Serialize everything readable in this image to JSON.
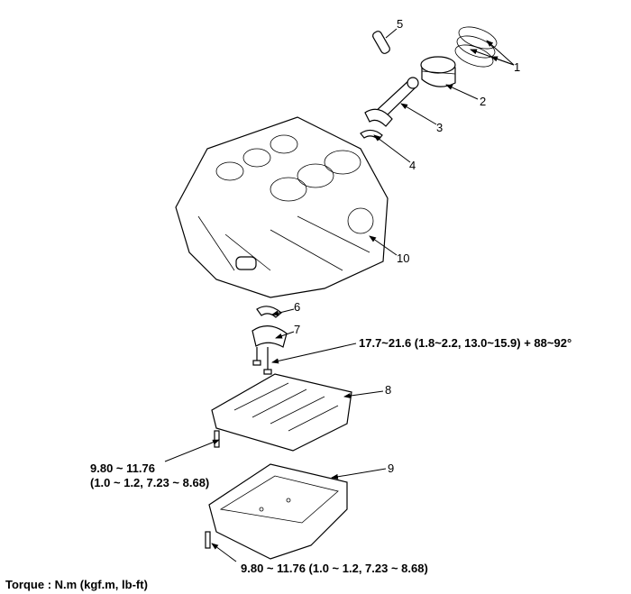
{
  "callouts": {
    "c1": "1",
    "c2": "2",
    "c3": "3",
    "c4": "4",
    "c5": "5",
    "c6": "6",
    "c7": "7",
    "c8": "8",
    "c9": "9",
    "c10": "10"
  },
  "torque": {
    "main_bearing_bolt": "17.7~21.6 (1.8~2.2, 13.0~15.9) + 88~92°",
    "lower_crankcase_bolt_line1": "9.80 ~ 11.76",
    "lower_crankcase_bolt_line2": "(1.0 ~ 1.2, 7.23 ~ 8.68)",
    "oil_pan_bolt": "9.80 ~ 11.76 (1.0 ~ 1.2, 7.23 ~ 8.68)",
    "units_note": "Torque : N.m (kgf.m, lb-ft)"
  }
}
